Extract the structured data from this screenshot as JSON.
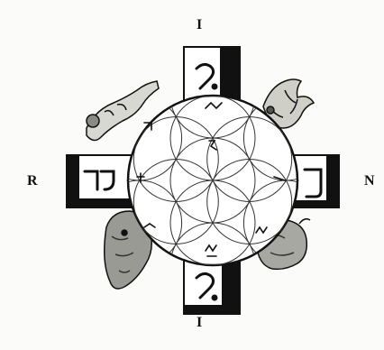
{
  "labels": {
    "top": "I",
    "bottom": "I",
    "left": "R",
    "right": "N"
  },
  "figures": {
    "top_left": "human-figure",
    "top_right": "eagle",
    "bottom_left": "lion",
    "bottom_right": "ox"
  },
  "colors": {
    "ink": "#111111",
    "paper": "#fbfbf9"
  }
}
